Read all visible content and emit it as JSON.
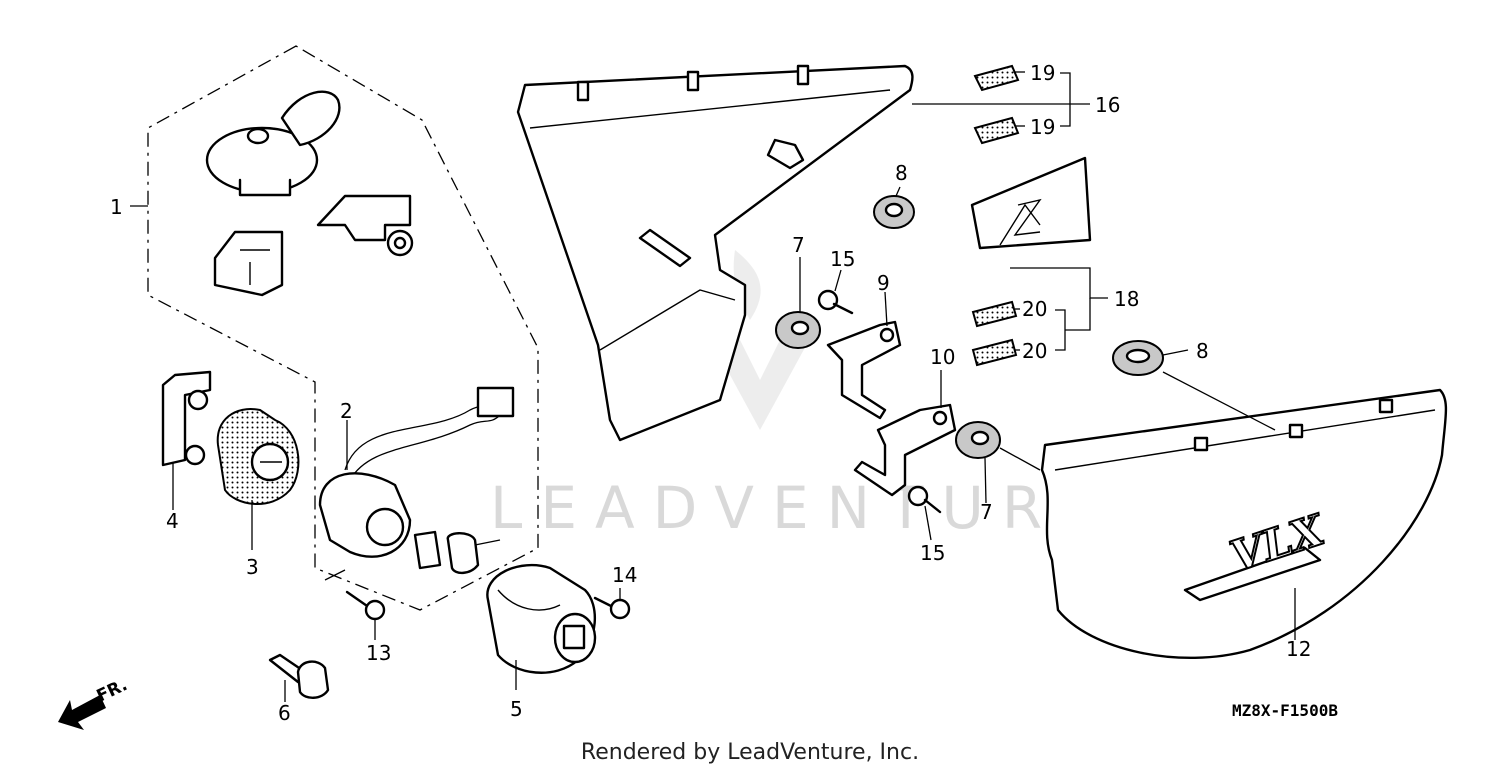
{
  "callouts": {
    "c1": "1",
    "c2": "2",
    "c3": "3",
    "c4": "4",
    "c5": "5",
    "c6": "6",
    "c7a": "7",
    "c7b": "7",
    "c8a": "8",
    "c8b": "8",
    "c9": "9",
    "c10": "10",
    "c12": "12",
    "c13": "13",
    "c14": "14",
    "c15a": "15",
    "c15b": "15",
    "c16": "16",
    "c18": "18",
    "c19a": "19",
    "c19b": "19",
    "c20a": "20",
    "c20b": "20"
  },
  "direction_label": "FR.",
  "diagram_code": "MZ8X-F1500B",
  "emblem_text": "VLX",
  "watermark": "LEADVENTURE",
  "footer": "Rendered by LeadVenture, Inc."
}
